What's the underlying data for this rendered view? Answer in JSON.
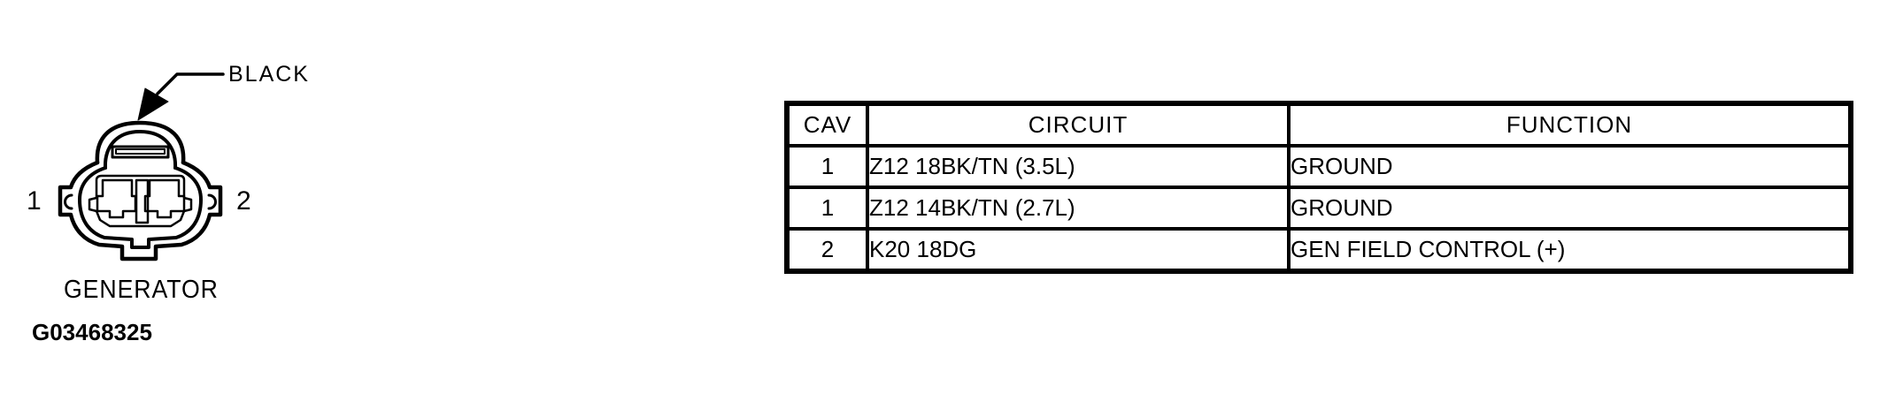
{
  "diagram": {
    "connector_color_label": "BLACK",
    "pin_left": "1",
    "pin_right": "2",
    "connector_name": "GENERATOR",
    "figure_id": "G03468325"
  },
  "table": {
    "headers": [
      "CAV",
      "CIRCUIT",
      "FUNCTION"
    ],
    "rows": [
      [
        "1",
        "Z12 18BK/TN (3.5L)",
        "GROUND"
      ],
      [
        "1",
        "Z12 14BK/TN (2.7L)",
        "GROUND"
      ],
      [
        "2",
        "K20 18DG",
        "GEN FIELD CONTROL (+)"
      ]
    ]
  },
  "colors": {
    "ink": "#000000",
    "background": "#ffffff"
  }
}
